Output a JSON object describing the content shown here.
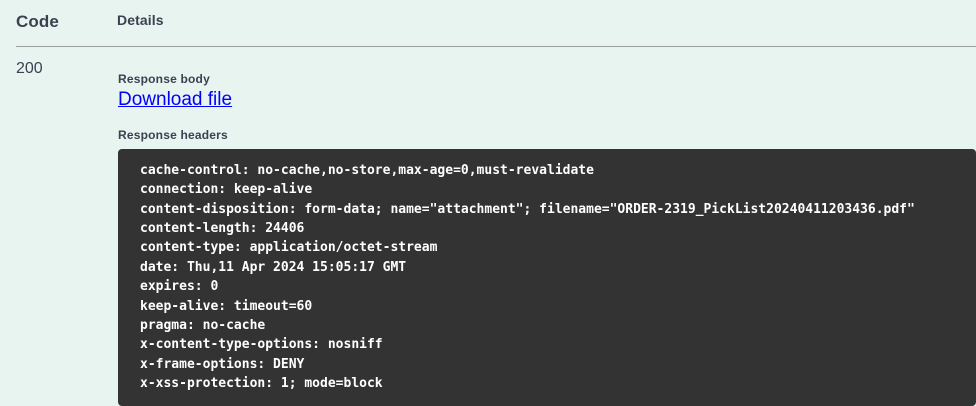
{
  "table": {
    "columns": {
      "code": "Code",
      "details": "Details"
    }
  },
  "response": {
    "status_code": "200",
    "body_label": "Response body",
    "download_link": "Download file",
    "headers_label": "Response headers",
    "headers": [
      "cache-control: no-cache,no-store,max-age=0,must-revalidate",
      "connection: keep-alive",
      "content-disposition: form-data; name=\"attachment\"; filename=\"ORDER-2319_PickList20240411203436.pdf\"",
      "content-length: 24406",
      "content-type: application/octet-stream",
      "date: Thu,11 Apr 2024 15:05:17 GMT",
      "expires: 0",
      "keep-alive: timeout=60",
      "pragma: no-cache",
      "x-content-type-options: nosniff",
      "x-frame-options: DENY",
      "x-xss-protection: 1; mode=block"
    ]
  },
  "colors": {
    "page_background": "#e7f4ef",
    "code_block_background": "#333333",
    "code_block_text": "#ffffff",
    "link": "#0000ff",
    "text": "#3b4151",
    "divider": "#9b9e9f"
  }
}
